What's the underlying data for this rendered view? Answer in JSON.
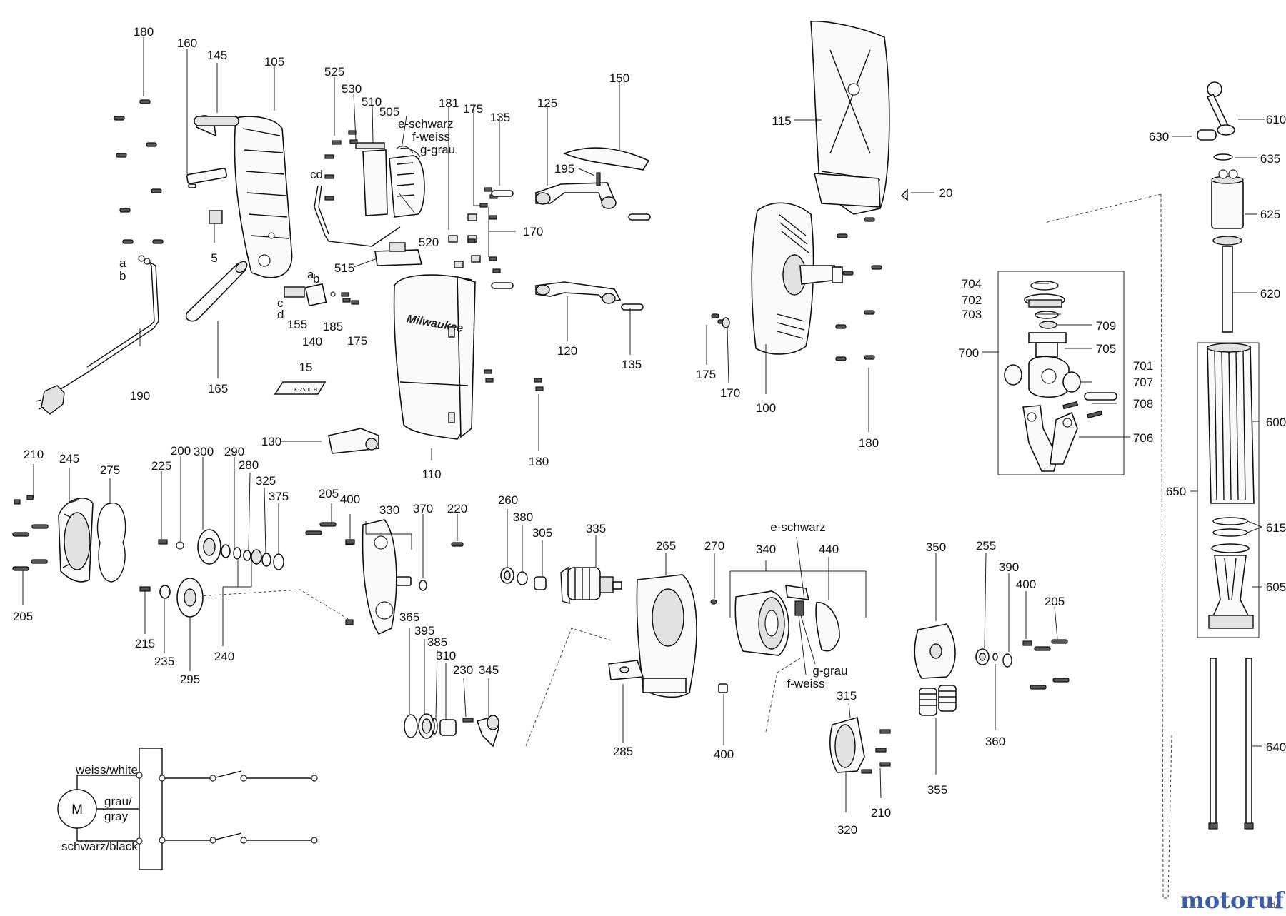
{
  "labels": [
    {
      "id": "180",
      "text": "180"
    },
    {
      "id": "160",
      "text": "160"
    },
    {
      "id": "145",
      "text": "145"
    },
    {
      "id": "105",
      "text": "105"
    },
    {
      "id": "5",
      "text": "5"
    },
    {
      "id": "a",
      "text": "a"
    },
    {
      "id": "b",
      "text": "b"
    },
    {
      "id": "190",
      "text": "190"
    },
    {
      "id": "165",
      "text": "165"
    },
    {
      "id": "525",
      "text": "525"
    },
    {
      "id": "530",
      "text": "530"
    },
    {
      "id": "510",
      "text": "510"
    },
    {
      "id": "505",
      "text": "505"
    },
    {
      "id": "e-schwarz-1",
      "text": "e-schwarz"
    },
    {
      "id": "f-weiss-1",
      "text": "f-weiss"
    },
    {
      "id": "g-grau-1",
      "text": "g-grau"
    },
    {
      "id": "cd",
      "text": "cd"
    },
    {
      "id": "520",
      "text": "520"
    },
    {
      "id": "515",
      "text": "515"
    },
    {
      "id": "a2",
      "text": "a"
    },
    {
      "id": "b2",
      "text": "b"
    },
    {
      "id": "c",
      "text": "c"
    },
    {
      "id": "d",
      "text": "d"
    },
    {
      "id": "155",
      "text": "155"
    },
    {
      "id": "140",
      "text": "140"
    },
    {
      "id": "185",
      "text": "185"
    },
    {
      "id": "175-1",
      "text": "175"
    },
    {
      "id": "15",
      "text": "15"
    },
    {
      "id": "181",
      "text": "181"
    },
    {
      "id": "175-2",
      "text": "175"
    },
    {
      "id": "135-1",
      "text": "135"
    },
    {
      "id": "170-1",
      "text": "170"
    },
    {
      "id": "125",
      "text": "125"
    },
    {
      "id": "150",
      "text": "150"
    },
    {
      "id": "195",
      "text": "195"
    },
    {
      "id": "120",
      "text": "120"
    },
    {
      "id": "135-2",
      "text": "135"
    },
    {
      "id": "130",
      "text": "130"
    },
    {
      "id": "110",
      "text": "110"
    },
    {
      "id": "180-2",
      "text": "180"
    },
    {
      "id": "115",
      "text": "115"
    },
    {
      "id": "20",
      "text": "20"
    },
    {
      "id": "175-3",
      "text": "175"
    },
    {
      "id": "170-2",
      "text": "170"
    },
    {
      "id": "100",
      "text": "100"
    },
    {
      "id": "180-3",
      "text": "180"
    },
    {
      "id": "610",
      "text": "610"
    },
    {
      "id": "630",
      "text": "630"
    },
    {
      "id": "635",
      "text": "635"
    },
    {
      "id": "625",
      "text": "625"
    },
    {
      "id": "620",
      "text": "620"
    },
    {
      "id": "704",
      "text": "704"
    },
    {
      "id": "702",
      "text": "702"
    },
    {
      "id": "703",
      "text": "703"
    },
    {
      "id": "709",
      "text": "709"
    },
    {
      "id": "705",
      "text": "705"
    },
    {
      "id": "700",
      "text": "700"
    },
    {
      "id": "701",
      "text": "701"
    },
    {
      "id": "707",
      "text": "707"
    },
    {
      "id": "708",
      "text": "708"
    },
    {
      "id": "706",
      "text": "706"
    },
    {
      "id": "600",
      "text": "600"
    },
    {
      "id": "650",
      "text": "650"
    },
    {
      "id": "615",
      "text": "615"
    },
    {
      "id": "605",
      "text": "605"
    },
    {
      "id": "640",
      "text": "640"
    },
    {
      "id": "210-1",
      "text": "210"
    },
    {
      "id": "245",
      "text": "245"
    },
    {
      "id": "275",
      "text": "275"
    },
    {
      "id": "205-1",
      "text": "205"
    },
    {
      "id": "225",
      "text": "225"
    },
    {
      "id": "200",
      "text": "200"
    },
    {
      "id": "300",
      "text": "300"
    },
    {
      "id": "290",
      "text": "290"
    },
    {
      "id": "280",
      "text": "280"
    },
    {
      "id": "325",
      "text": "325"
    },
    {
      "id": "375",
      "text": "375"
    },
    {
      "id": "215",
      "text": "215"
    },
    {
      "id": "235",
      "text": "235"
    },
    {
      "id": "295",
      "text": "295"
    },
    {
      "id": "240",
      "text": "240"
    },
    {
      "id": "205-2",
      "text": "205"
    },
    {
      "id": "400-1",
      "text": "400"
    },
    {
      "id": "330",
      "text": "330"
    },
    {
      "id": "370",
      "text": "370"
    },
    {
      "id": "220",
      "text": "220"
    },
    {
      "id": "365",
      "text": "365"
    },
    {
      "id": "395",
      "text": "395"
    },
    {
      "id": "385",
      "text": "385"
    },
    {
      "id": "310",
      "text": "310"
    },
    {
      "id": "230",
      "text": "230"
    },
    {
      "id": "345",
      "text": "345"
    },
    {
      "id": "260",
      "text": "260"
    },
    {
      "id": "380",
      "text": "380"
    },
    {
      "id": "305",
      "text": "305"
    },
    {
      "id": "335",
      "text": "335"
    },
    {
      "id": "265",
      "text": "265"
    },
    {
      "id": "285",
      "text": "285"
    },
    {
      "id": "270",
      "text": "270"
    },
    {
      "id": "400-2",
      "text": "400"
    },
    {
      "id": "e-schwarz-2",
      "text": "e-schwarz"
    },
    {
      "id": "340",
      "text": "340"
    },
    {
      "id": "440",
      "text": "440"
    },
    {
      "id": "g-grau-2",
      "text": "g-grau"
    },
    {
      "id": "f-weiss-2",
      "text": "f-weiss"
    },
    {
      "id": "315",
      "text": "315"
    },
    {
      "id": "320",
      "text": "320"
    },
    {
      "id": "210-2",
      "text": "210"
    },
    {
      "id": "350",
      "text": "350"
    },
    {
      "id": "355",
      "text": "355"
    },
    {
      "id": "255",
      "text": "255"
    },
    {
      "id": "390",
      "text": "390"
    },
    {
      "id": "400-3",
      "text": "400"
    },
    {
      "id": "205-3",
      "text": "205"
    },
    {
      "id": "360",
      "text": "360"
    }
  ],
  "wiring": {
    "motor": "M",
    "white": "weiss/white",
    "gray_1": "grau/",
    "gray_2": "gray",
    "black": "schwarz/black"
  },
  "nameplate": "K 2500 H",
  "brand_on_housing": "Milwaukee",
  "watermark": "motoruf"
}
